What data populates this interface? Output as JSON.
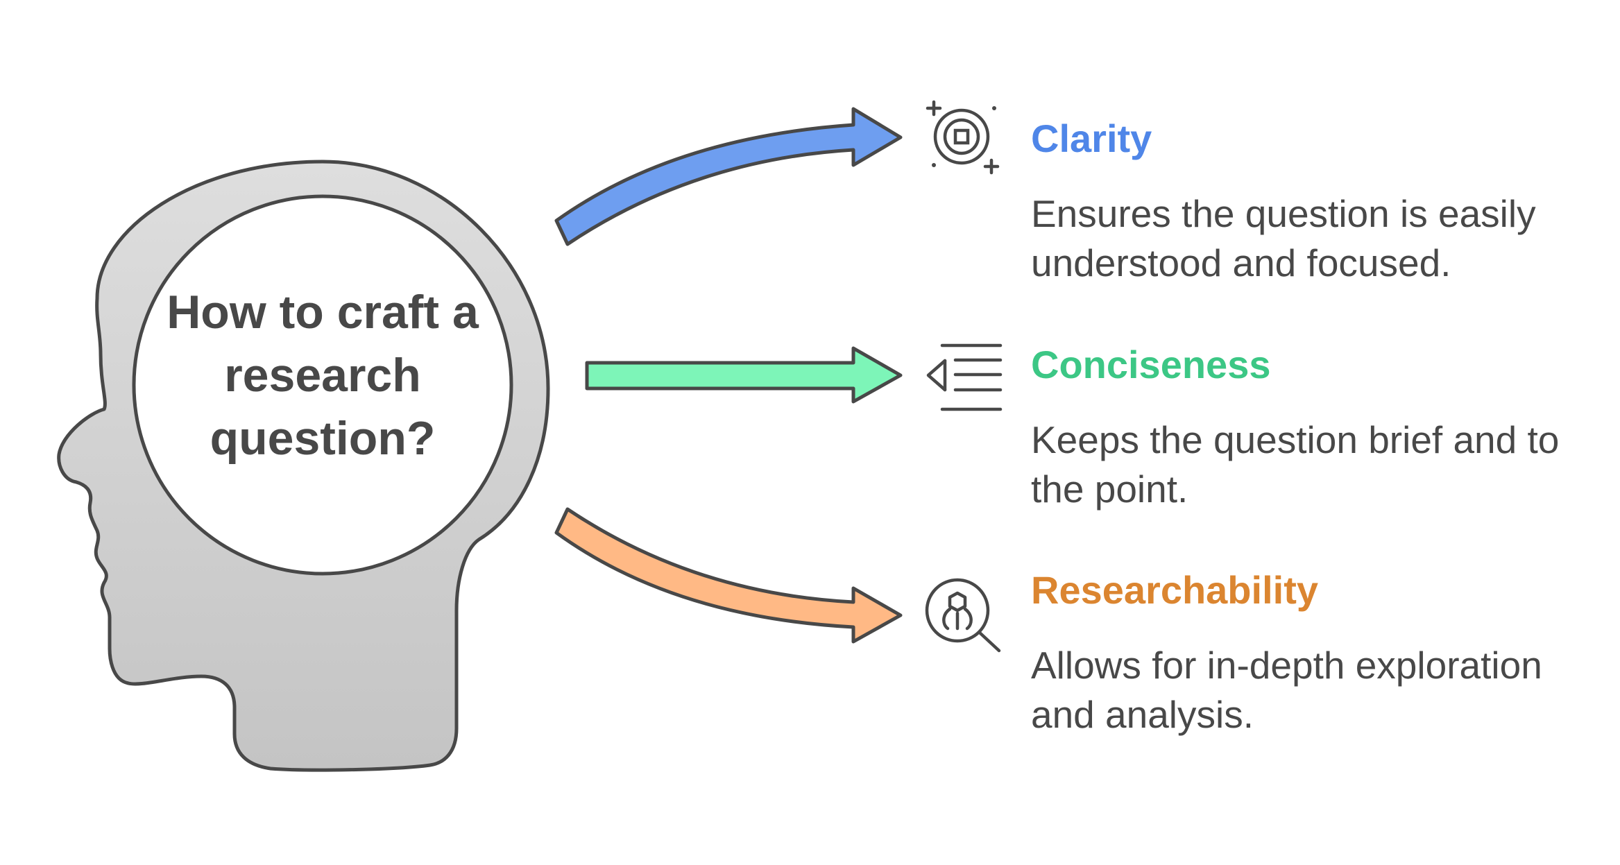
{
  "head": {
    "title": "How to craft a research question?"
  },
  "items": [
    {
      "title": "Clarity",
      "description": "Ensures the question is easily understood and focused.",
      "color": "#4F86E8",
      "icon": "target-icon",
      "arrow_color": "#6E9EF0"
    },
    {
      "title": "Conciseness",
      "description": "Keeps the question brief and to the point.",
      "color": "#3CC785",
      "icon": "indent-list-icon",
      "arrow_color": "#7DF5B8"
    },
    {
      "title": "Researchability",
      "description": "Allows for in-depth exploration and analysis.",
      "color": "#DB8530",
      "icon": "search-analysis-icon",
      "arrow_color": "#FFB985"
    }
  ],
  "colors": {
    "outline": "#484848",
    "head_fill": "#D4D4D4",
    "head_circle": "#FFFFFF"
  }
}
